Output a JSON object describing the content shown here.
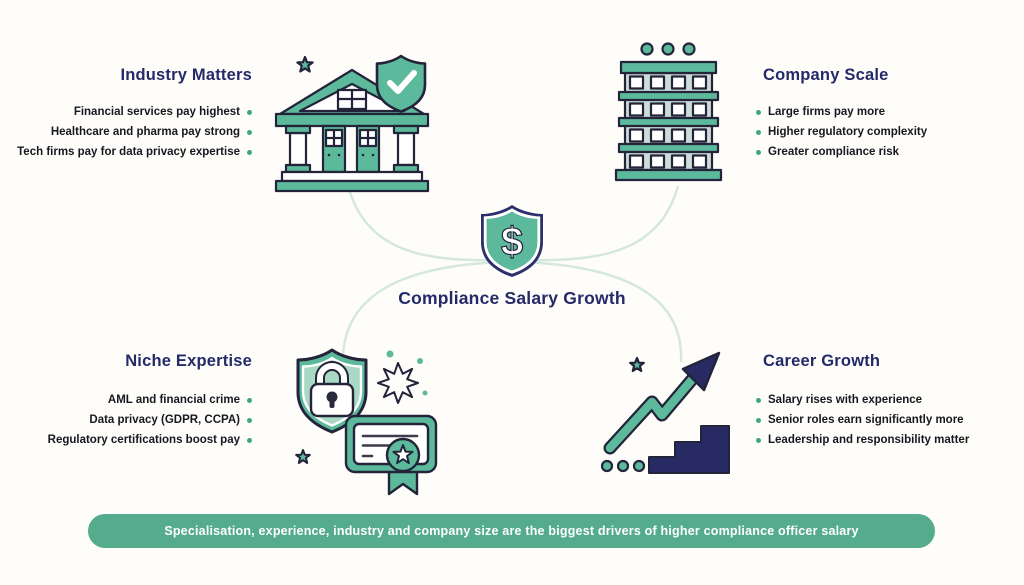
{
  "title": "Compliance Salary Growth",
  "colors": {
    "background": "#fffdfa",
    "navy": "#272a63",
    "outline_dark": "#23233a",
    "green": "#5cb99b",
    "light_green": "#a9d8c5",
    "wall_green": "#ccdcd6",
    "banner_green": "#55ab8e",
    "bullet_teal": "#3fa58a",
    "connector_mint": "#d4e8de",
    "heading_navy": "#232a68",
    "text_dark": "#17171f"
  },
  "center": {
    "label": "Compliance Salary Growth",
    "icon": "dollar-shield-icon"
  },
  "sections": {
    "industry": {
      "title": "Industry Matters",
      "icon": "bank-building-icon",
      "items": [
        "Financial services pay highest",
        "Healthcare and pharma pay strong",
        "Tech firms pay for data privacy expertise"
      ]
    },
    "company": {
      "title": "Company Scale",
      "icon": "office-building-icon",
      "items": [
        "Large firms pay more",
        "Higher regulatory complexity",
        "Greater compliance risk"
      ]
    },
    "niche": {
      "title": "Niche Expertise",
      "icon": "shield-lock-certificate-icon",
      "items": [
        "AML and financial crime",
        "Data privacy (GDPR, CCPA)",
        "Regulatory certifications boost pay"
      ]
    },
    "career": {
      "title": "Career Growth",
      "icon": "rising-arrow-stairs-icon",
      "items": [
        "Salary rises with experience",
        "Senior roles earn significantly more",
        "Leadership and responsibility matter"
      ]
    }
  },
  "banner": {
    "text": "Specialisation, experience, industry and company size are the biggest drivers of higher compliance officer salary"
  }
}
